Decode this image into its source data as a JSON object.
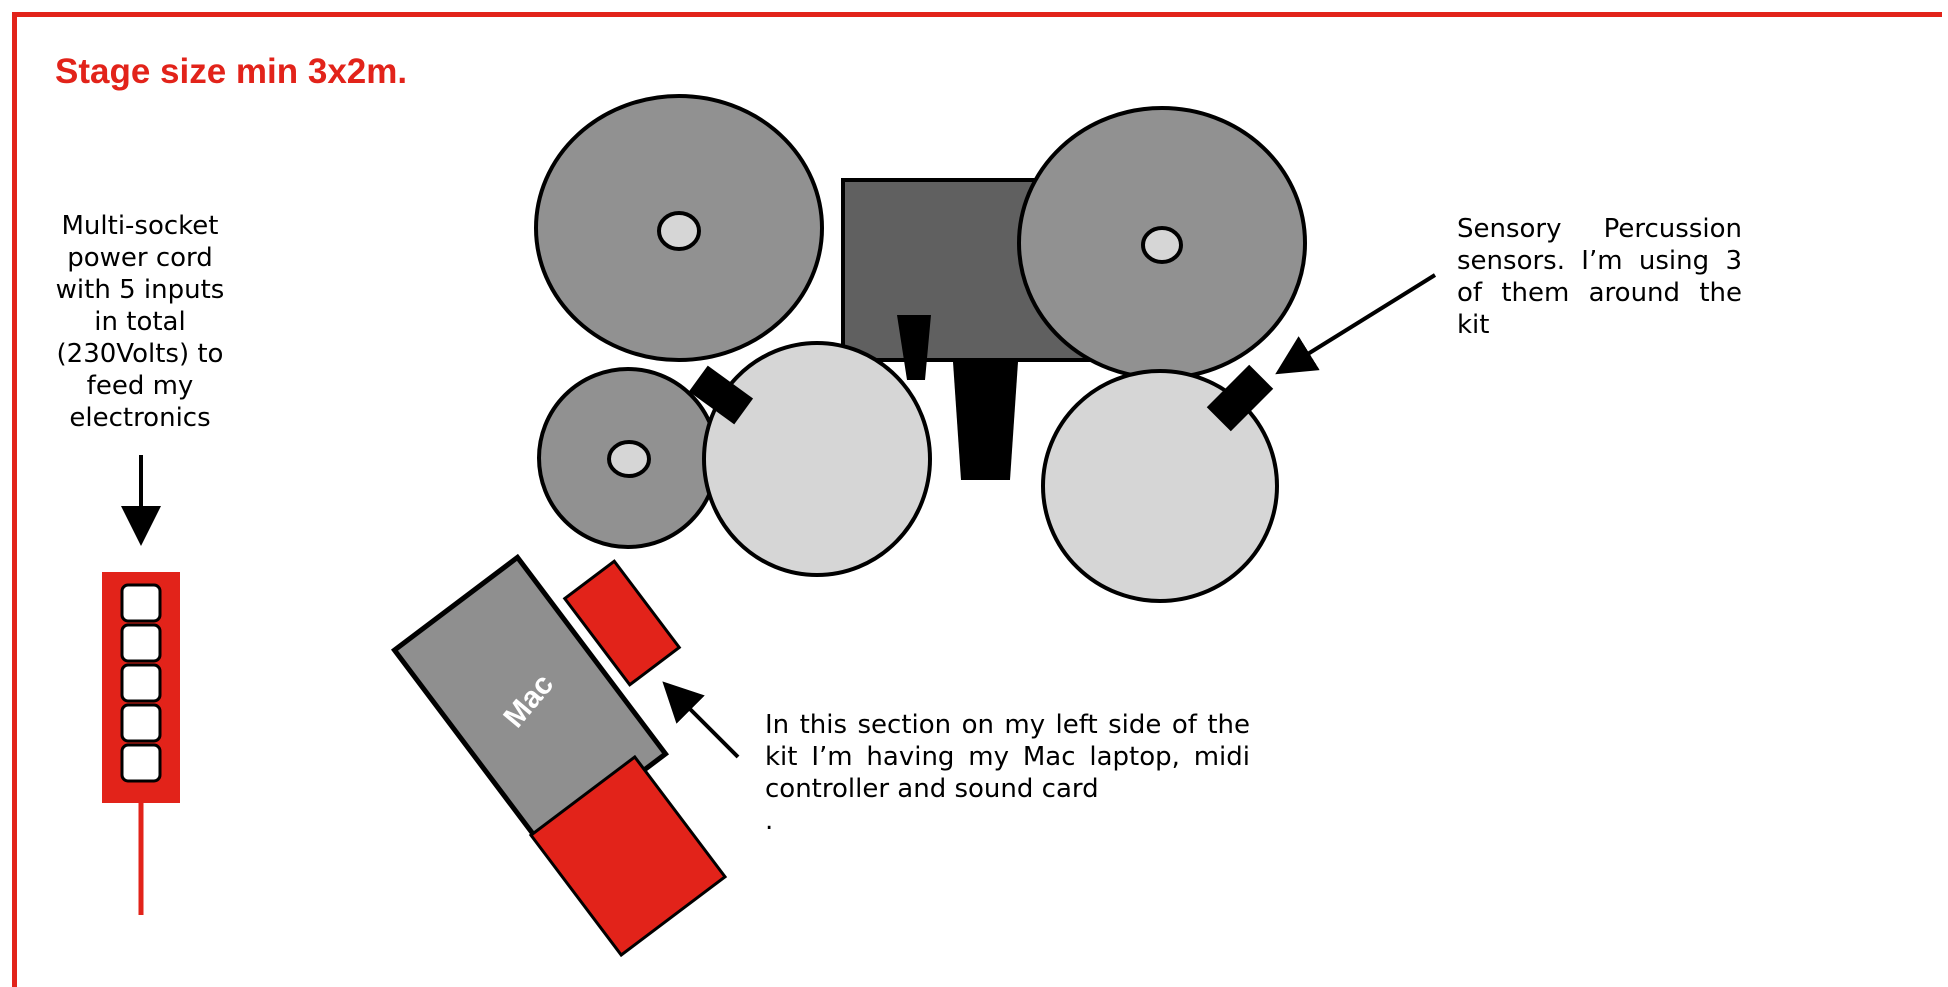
{
  "title": "Stage size min 3x2m.",
  "notes": {
    "power": "Multi-socket power cord with 5 inputs in total (230Volts) to feed my electronics",
    "sensors": "Sensory Percussion sensors. I’m using 3 of them around the kit",
    "left_section": {
      "line1": "In this section on my left side of the",
      "line2": "kit I’m having my Mac laptop, midi",
      "line3": "controller and sound card",
      "line4": "."
    }
  },
  "laptop_label": "Mac",
  "colors": {
    "accent": "#e2231a",
    "drum_dark": "#919191",
    "drum_light": "#d6d6d6",
    "amp_dark": "#606060",
    "laptop": "#8f8f8f",
    "outline": "#000000"
  },
  "power_strip": {
    "socket_count": 5
  }
}
